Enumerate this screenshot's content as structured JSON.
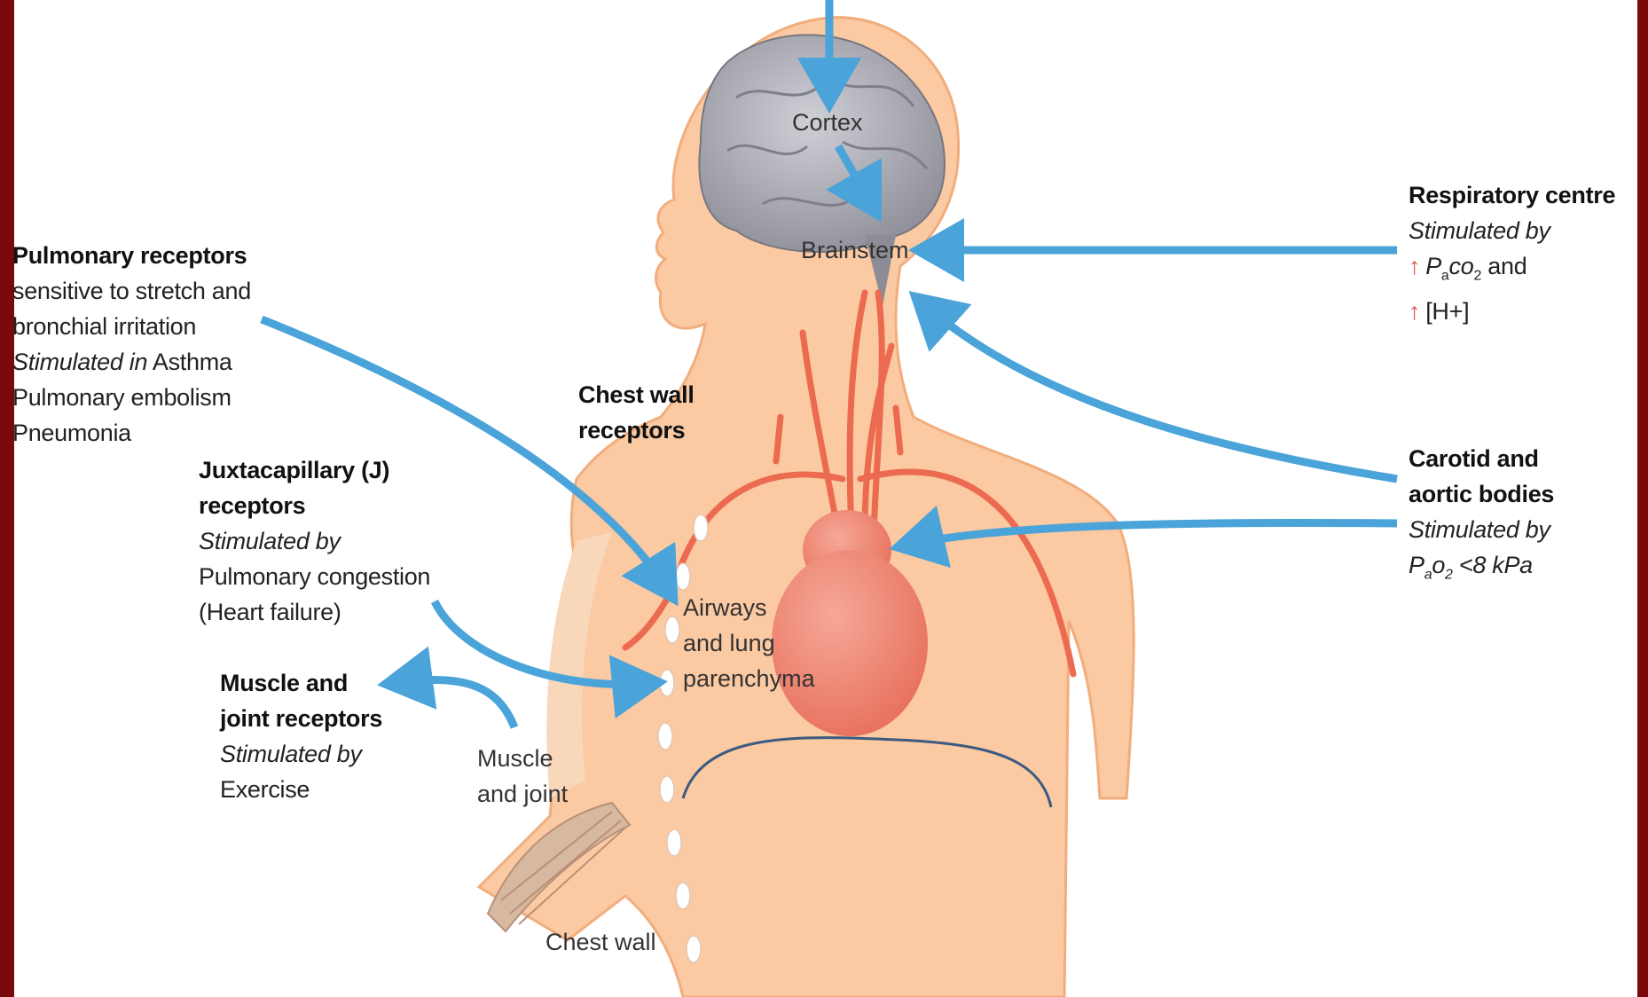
{
  "colors": {
    "border_red": "#7a0a0a",
    "skin": "#fbc9a2",
    "skin_edge": "#f2ad7d",
    "brain": "#a9a9b3",
    "vessel": "#ec6a4f",
    "heart": "#ef8a78",
    "arrow": "#4aa3d9",
    "diaphragm": "#3c5a80"
  },
  "organs": {
    "cortex": "Cortex",
    "brainstem": "Brainstem",
    "airways_l1": "Airways",
    "airways_l2": "and lung",
    "airways_l3": "parenchyma",
    "muscle_l1": "Muscle",
    "muscle_l2": "and joint",
    "chest_wall": "Chest wall"
  },
  "labels": {
    "pulmonary": {
      "title": "Pulmonary receptors",
      "line1": "sensitive to stretch and",
      "line2": "bronchial irritation",
      "line3_italic": "Stimulated in",
      "line3_rest": " Asthma",
      "line4": "Pulmonary embolism",
      "line5": "Pneumonia"
    },
    "chest_wall_receptors": {
      "line1": "Chest wall",
      "line2": "receptors"
    },
    "juxtacapillary": {
      "line1": "Juxtacapillary (J)",
      "line2": "receptors",
      "line3": "Stimulated by",
      "line4": "Pulmonary congestion",
      "line5": "(Heart failure)"
    },
    "muscle_joint": {
      "line1": "Muscle and",
      "line2": "joint receptors",
      "line3": "Stimulated by",
      "line4": "Exercise"
    },
    "respiratory_centre": {
      "title": "Respiratory centre",
      "line1": "Stimulated by",
      "p_main": "P",
      "p_sub1": "a",
      "co": "co",
      "co_sub": "2",
      "and": " and",
      "h_ion": "[H+]"
    },
    "carotid": {
      "line1": "Carotid and",
      "line2": "aortic bodies",
      "line3": "Stimulated by",
      "p_main": "P",
      "p_sub1": "a",
      "o": "o",
      "o_sub": "2",
      "threshold": " <8 kPa"
    }
  },
  "icons": {
    "increase": "↑"
  }
}
